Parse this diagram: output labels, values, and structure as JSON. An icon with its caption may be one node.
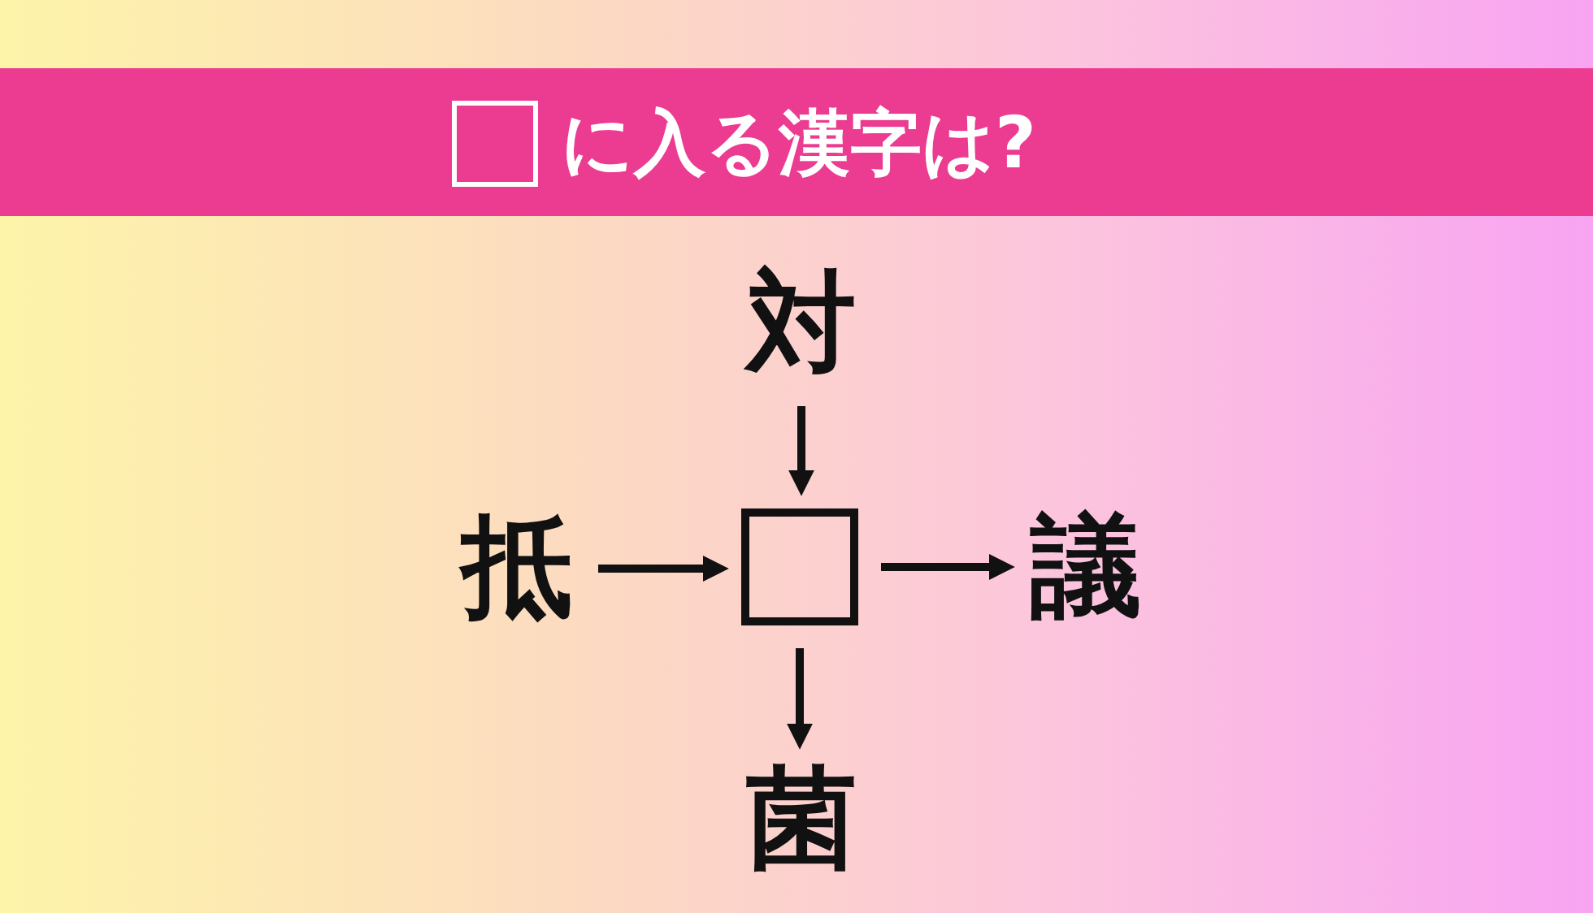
{
  "diagram": {
    "title": "に入る漢字は?",
    "nodes": [
      {
        "text": [
          "対"
        ]
      },
      {
        "text": [
          "抵"
        ]
      },
      {
        "text": [],
        "shape": "box"
      },
      {
        "text": [
          "議"
        ]
      },
      {
        "text": [
          "菌"
        ]
      }
    ],
    "edges": [
      {
        "from": 0,
        "to": 2,
        "arrow": "to"
      },
      {
        "from": 1,
        "to": 2,
        "arrow": "to"
      },
      {
        "from": 2,
        "to": 3,
        "arrow": "to"
      },
      {
        "from": 2,
        "to": 4,
        "arrow": "to"
      }
    ]
  }
}
